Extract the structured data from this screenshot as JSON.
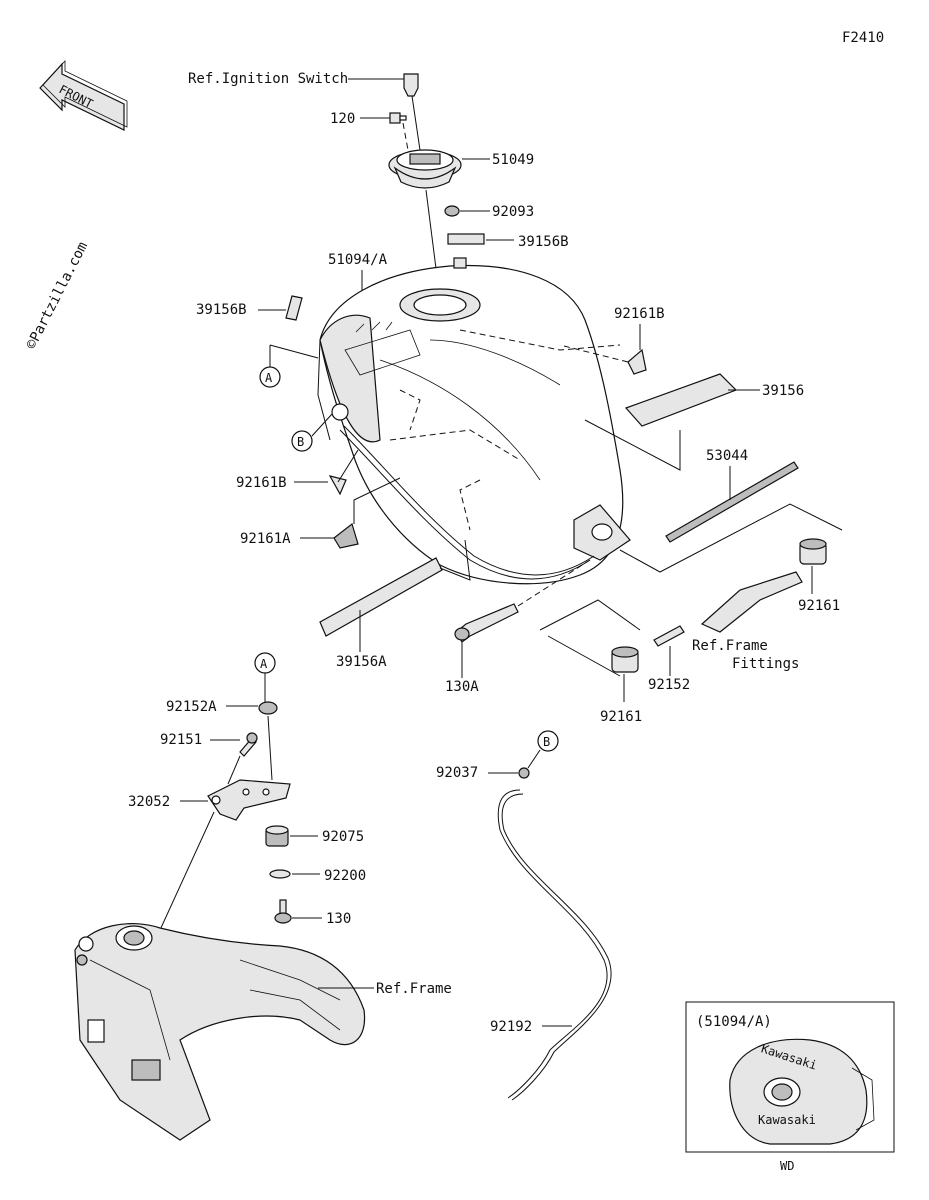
{
  "figure_code": "F2410",
  "front_label": "FRONT",
  "watermark": "©Partzilla.com",
  "refs": {
    "ignition_switch": "Ref.Ignition Switch",
    "frame_fittings_1": "Ref.Frame",
    "frame_fittings_2": "Fittings",
    "frame": "Ref.Frame"
  },
  "callouts": {
    "A": "A",
    "B": "B"
  },
  "parts": {
    "p120": "120",
    "p51049": "51049",
    "p92093": "92093",
    "p39156B_top": "39156B",
    "p51094A": "51094/A",
    "p39156B_left": "39156B",
    "p92161B_right": "92161B",
    "p39156": "39156",
    "p53044": "53044",
    "p92161B_left": "92161B",
    "p92161A": "92161A",
    "p92161_right": "92161",
    "p39156A": "39156A",
    "p130A": "130A",
    "p92152_right": "92152",
    "p92161_bottom": "92161",
    "p92152A": "92152A",
    "p92151": "92151",
    "p32052": "32052",
    "p92075": "92075",
    "p92200": "92200",
    "p130": "130",
    "p92037": "92037",
    "p92192": "92192"
  },
  "inset": {
    "title": "(51094/A)",
    "caption": "WD",
    "brand_1": "Kawasaki",
    "brand_2": "Kawasaki"
  }
}
